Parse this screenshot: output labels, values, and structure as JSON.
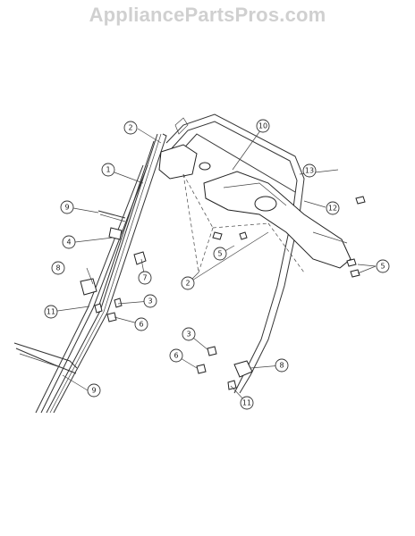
{
  "watermark": "AppliancePartsPros.com",
  "callouts": [
    "1",
    "2",
    "3",
    "4",
    "5",
    "6",
    "7",
    "8",
    "9",
    "10",
    "11",
    "12",
    "13"
  ]
}
